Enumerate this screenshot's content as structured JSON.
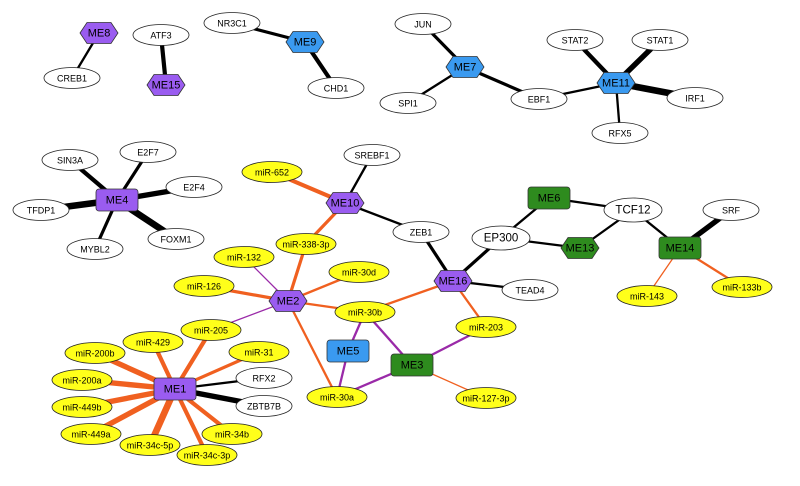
{
  "colors": {
    "module_purple": "#9a5cf0",
    "module_blue": "#3a9af0",
    "module_green": "#2e8b1e",
    "mirna_yellow": "#ffff1a",
    "tf_white": "#ffffff",
    "edge_black": "#000000",
    "edge_orange": "#f06020",
    "edge_purple": "#9a2aa8"
  },
  "nodes": [
    {
      "id": "ME8",
      "label": "ME8",
      "kind": "module",
      "shape": "hexagon",
      "color": "purple"
    },
    {
      "id": "CREB1",
      "label": "CREB1",
      "kind": "tf"
    },
    {
      "id": "ATF3",
      "label": "ATF3",
      "kind": "tf"
    },
    {
      "id": "ME15",
      "label": "ME15",
      "kind": "module",
      "shape": "hexagon",
      "color": "purple"
    },
    {
      "id": "NR3C1",
      "label": "NR3C1",
      "kind": "tf"
    },
    {
      "id": "ME9",
      "label": "ME9",
      "kind": "module",
      "shape": "hexagon",
      "color": "blue"
    },
    {
      "id": "CHD1",
      "label": "CHD1",
      "kind": "tf"
    },
    {
      "id": "JUN",
      "label": "JUN",
      "kind": "tf"
    },
    {
      "id": "ME7",
      "label": "ME7",
      "kind": "module",
      "shape": "hexagon",
      "color": "blue"
    },
    {
      "id": "SPI1",
      "label": "SPI1",
      "kind": "tf"
    },
    {
      "id": "EBF1",
      "label": "EBF1",
      "kind": "tf"
    },
    {
      "id": "STAT2",
      "label": "STAT2",
      "kind": "tf"
    },
    {
      "id": "STAT1",
      "label": "STAT1",
      "kind": "tf"
    },
    {
      "id": "ME11",
      "label": "ME11",
      "kind": "module",
      "shape": "hexagon",
      "color": "blue"
    },
    {
      "id": "IRF1",
      "label": "IRF1",
      "kind": "tf"
    },
    {
      "id": "RFX5",
      "label": "RFX5",
      "kind": "tf"
    },
    {
      "id": "SIN3A",
      "label": "SIN3A",
      "kind": "tf"
    },
    {
      "id": "E2F7",
      "label": "E2F7",
      "kind": "tf"
    },
    {
      "id": "ME4",
      "label": "ME4",
      "kind": "module",
      "shape": "rect",
      "color": "purple"
    },
    {
      "id": "E2F4",
      "label": "E2F4",
      "kind": "tf"
    },
    {
      "id": "TFDP1",
      "label": "TFDP1",
      "kind": "tf"
    },
    {
      "id": "MYBL2",
      "label": "MYBL2",
      "kind": "tf"
    },
    {
      "id": "FOXM1",
      "label": "FOXM1",
      "kind": "tf"
    },
    {
      "id": "miR-652",
      "label": "miR-652",
      "kind": "mirna"
    },
    {
      "id": "SREBF1",
      "label": "SREBF1",
      "kind": "tf"
    },
    {
      "id": "ME10",
      "label": "ME10",
      "kind": "module",
      "shape": "hexagon",
      "color": "purple"
    },
    {
      "id": "ZEB1",
      "label": "ZEB1",
      "kind": "tf"
    },
    {
      "id": "ME6",
      "label": "ME6",
      "kind": "module",
      "shape": "rect",
      "color": "green"
    },
    {
      "id": "TCF12",
      "label": "TCF12",
      "kind": "tf",
      "large": true
    },
    {
      "id": "SRF",
      "label": "SRF",
      "kind": "tf"
    },
    {
      "id": "EP300",
      "label": "EP300",
      "kind": "tf",
      "large": true
    },
    {
      "id": "ME13",
      "label": "ME13",
      "kind": "module",
      "shape": "hexagon",
      "color": "green"
    },
    {
      "id": "ME14",
      "label": "ME14",
      "kind": "module",
      "shape": "rect",
      "color": "green"
    },
    {
      "id": "miR-132",
      "label": "miR-132",
      "kind": "mirna"
    },
    {
      "id": "miR-338-3p",
      "label": "miR-338-3p",
      "kind": "mirna"
    },
    {
      "id": "miR-30d",
      "label": "miR-30d",
      "kind": "mirna"
    },
    {
      "id": "miR-126",
      "label": "miR-126",
      "kind": "mirna"
    },
    {
      "id": "ME2",
      "label": "ME2",
      "kind": "module",
      "shape": "hexagon",
      "color": "purple"
    },
    {
      "id": "ME16",
      "label": "ME16",
      "kind": "module",
      "shape": "hexagon",
      "color": "purple"
    },
    {
      "id": "TEAD4",
      "label": "TEAD4",
      "kind": "tf"
    },
    {
      "id": "miR-143",
      "label": "miR-143",
      "kind": "mirna"
    },
    {
      "id": "miR-133b",
      "label": "miR-133b",
      "kind": "mirna"
    },
    {
      "id": "miR-30b",
      "label": "miR-30b",
      "kind": "mirna"
    },
    {
      "id": "miR-205",
      "label": "miR-205",
      "kind": "mirna"
    },
    {
      "id": "miR-429",
      "label": "miR-429",
      "kind": "mirna"
    },
    {
      "id": "miR-203",
      "label": "miR-203",
      "kind": "mirna"
    },
    {
      "id": "ME5",
      "label": "ME5",
      "kind": "module",
      "shape": "rect",
      "color": "blue"
    },
    {
      "id": "miR-200b",
      "label": "miR-200b",
      "kind": "mirna"
    },
    {
      "id": "miR-31",
      "label": "miR-31",
      "kind": "mirna"
    },
    {
      "id": "ME3",
      "label": "ME3",
      "kind": "module",
      "shape": "rect",
      "color": "green"
    },
    {
      "id": "miR-200a",
      "label": "miR-200a",
      "kind": "mirna"
    },
    {
      "id": "RFX2",
      "label": "RFX2",
      "kind": "tf"
    },
    {
      "id": "ME1",
      "label": "ME1",
      "kind": "module",
      "shape": "rect",
      "color": "purple"
    },
    {
      "id": "miR-449b",
      "label": "miR-449b",
      "kind": "mirna"
    },
    {
      "id": "ZBTB7B",
      "label": "ZBTB7B",
      "kind": "tf"
    },
    {
      "id": "miR-30a",
      "label": "miR-30a",
      "kind": "mirna"
    },
    {
      "id": "miR-127-3p",
      "label": "miR-127-3p",
      "kind": "mirna"
    },
    {
      "id": "miR-449a",
      "label": "miR-449a",
      "kind": "mirna"
    },
    {
      "id": "miR-34b",
      "label": "miR-34b",
      "kind": "mirna"
    },
    {
      "id": "miR-34c-5p",
      "label": "miR-34c-5p",
      "kind": "mirna"
    },
    {
      "id": "miR-34c-3p",
      "label": "miR-34c-3p",
      "kind": "mirna"
    }
  ],
  "edges": [
    {
      "source": "ME8",
      "target": "CREB1",
      "color": "black",
      "weight": 2
    },
    {
      "source": "ATF3",
      "target": "ME15",
      "color": "black",
      "weight": 4
    },
    {
      "source": "NR3C1",
      "target": "ME9",
      "color": "black",
      "weight": 3
    },
    {
      "source": "ME9",
      "target": "CHD1",
      "color": "black",
      "weight": 4
    },
    {
      "source": "JUN",
      "target": "ME7",
      "color": "black",
      "weight": 3
    },
    {
      "source": "ME7",
      "target": "SPI1",
      "color": "black",
      "weight": 2
    },
    {
      "source": "ME7",
      "target": "EBF1",
      "color": "black",
      "weight": 3
    },
    {
      "source": "EBF1",
      "target": "ME11",
      "color": "black",
      "weight": 2
    },
    {
      "source": "STAT2",
      "target": "ME11",
      "color": "black",
      "weight": 4
    },
    {
      "source": "STAT1",
      "target": "ME11",
      "color": "black",
      "weight": 5
    },
    {
      "source": "ME11",
      "target": "IRF1",
      "color": "black",
      "weight": 6
    },
    {
      "source": "ME11",
      "target": "RFX5",
      "color": "black",
      "weight": 2
    },
    {
      "source": "SIN3A",
      "target": "ME4",
      "color": "black",
      "weight": 4
    },
    {
      "source": "E2F7",
      "target": "ME4",
      "color": "black",
      "weight": 3
    },
    {
      "source": "ME4",
      "target": "E2F4",
      "color": "black",
      "weight": 5
    },
    {
      "source": "ME4",
      "target": "TFDP1",
      "color": "black",
      "weight": 6
    },
    {
      "source": "ME4",
      "target": "MYBL2",
      "color": "black",
      "weight": 3
    },
    {
      "source": "ME4",
      "target": "FOXM1",
      "color": "black",
      "weight": 6
    },
    {
      "source": "miR-652",
      "target": "ME10",
      "color": "orange",
      "weight": 4
    },
    {
      "source": "SREBF1",
      "target": "ME10",
      "color": "black",
      "weight": 2
    },
    {
      "source": "ME10",
      "target": "ZEB1",
      "color": "black",
      "weight": 2
    },
    {
      "source": "ME10",
      "target": "miR-338-3p",
      "color": "orange",
      "weight": 3
    },
    {
      "source": "miR-338-3p",
      "target": "ME2",
      "color": "orange",
      "weight": 3
    },
    {
      "source": "ZEB1",
      "target": "ME16",
      "color": "black",
      "weight": 3
    },
    {
      "source": "ME6",
      "target": "EP300",
      "color": "black",
      "weight": 2
    },
    {
      "source": "ME6",
      "target": "TCF12",
      "color": "black",
      "weight": 2
    },
    {
      "source": "EP300",
      "target": "ME13",
      "color": "black",
      "weight": 2
    },
    {
      "source": "TCF12",
      "target": "ME13",
      "color": "black",
      "weight": 2
    },
    {
      "source": "TCF12",
      "target": "ME14",
      "color": "black",
      "weight": 2
    },
    {
      "source": "SRF",
      "target": "ME14",
      "color": "black",
      "weight": 5
    },
    {
      "source": "EP300",
      "target": "ME16",
      "color": "black",
      "weight": 3
    },
    {
      "source": "ME16",
      "target": "TEAD4",
      "color": "black",
      "weight": 2
    },
    {
      "source": "ME14",
      "target": "miR-143",
      "color": "orange",
      "weight": 1
    },
    {
      "source": "ME14",
      "target": "miR-133b",
      "color": "orange",
      "weight": 2
    },
    {
      "source": "miR-132",
      "target": "ME2",
      "color": "purple",
      "weight": 1
    },
    {
      "source": "miR-30d",
      "target": "ME2",
      "color": "orange",
      "weight": 2
    },
    {
      "source": "miR-126",
      "target": "ME2",
      "color": "orange",
      "weight": 3
    },
    {
      "source": "ME2",
      "target": "miR-30b",
      "color": "orange",
      "weight": 2
    },
    {
      "source": "ME2",
      "target": "miR-205",
      "color": "purple",
      "weight": 1
    },
    {
      "source": "ME2",
      "target": "miR-30a",
      "color": "orange",
      "weight": 2
    },
    {
      "source": "miR-30b",
      "target": "ME16",
      "color": "orange",
      "weight": 2
    },
    {
      "source": "ME16",
      "target": "miR-203",
      "color": "orange",
      "weight": 2
    },
    {
      "source": "miR-30b",
      "target": "ME5",
      "color": "purple",
      "weight": 2
    },
    {
      "source": "miR-30b",
      "target": "ME3",
      "color": "purple",
      "weight": 2
    },
    {
      "source": "miR-203",
      "target": "ME3",
      "color": "purple",
      "weight": 2
    },
    {
      "source": "ME3",
      "target": "miR-30a",
      "color": "purple",
      "weight": 2
    },
    {
      "source": "ME3",
      "target": "miR-127-3p",
      "color": "orange",
      "weight": 1
    },
    {
      "source": "ME5",
      "target": "miR-30a",
      "color": "purple",
      "weight": 2
    },
    {
      "source": "miR-205",
      "target": "ME1",
      "color": "orange",
      "weight": 4
    },
    {
      "source": "miR-429",
      "target": "ME1",
      "color": "orange",
      "weight": 4
    },
    {
      "source": "miR-200b",
      "target": "ME1",
      "color": "orange",
      "weight": 5
    },
    {
      "source": "miR-31",
      "target": "ME1",
      "color": "orange",
      "weight": 3
    },
    {
      "source": "miR-200a",
      "target": "ME1",
      "color": "orange",
      "weight": 5
    },
    {
      "source": "RFX2",
      "target": "ME1",
      "color": "black",
      "weight": 2
    },
    {
      "source": "miR-449b",
      "target": "ME1",
      "color": "orange",
      "weight": 5
    },
    {
      "source": "ME1",
      "target": "ZBTB7B",
      "color": "black",
      "weight": 5
    },
    {
      "source": "miR-449a",
      "target": "ME1",
      "color": "orange",
      "weight": 5
    },
    {
      "source": "ME1",
      "target": "miR-34b",
      "color": "orange",
      "weight": 4
    },
    {
      "source": "ME1",
      "target": "miR-34c-5p",
      "color": "orange",
      "weight": 6
    },
    {
      "source": "ME1",
      "target": "miR-34c-3p",
      "color": "orange",
      "weight": 4
    }
  ]
}
